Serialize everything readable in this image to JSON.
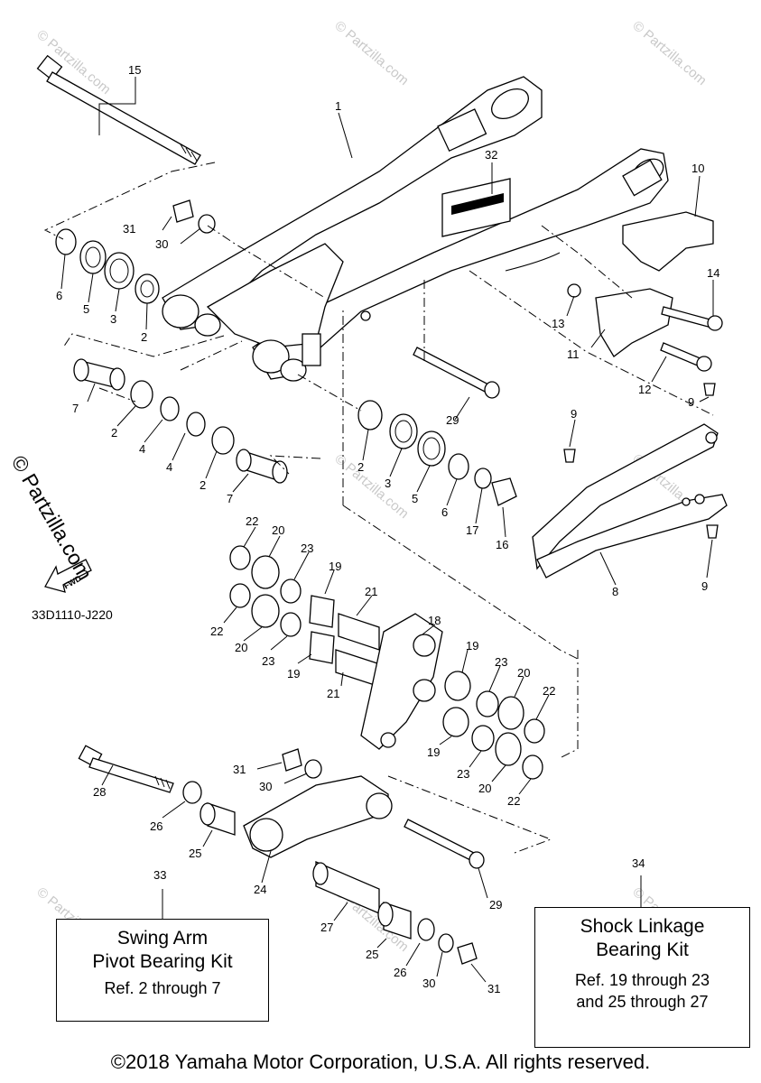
{
  "callouts": {
    "p1": "1",
    "p2a": "2",
    "p2b": "2",
    "p2c": "2",
    "p2d": "2",
    "p3a": "3",
    "p3b": "3",
    "p4a": "4",
    "p4b": "4",
    "p5a": "5",
    "p5b": "5",
    "p6a": "6",
    "p6b": "6",
    "p7a": "7",
    "p7b": "7",
    "p8": "8",
    "p9a": "9",
    "p9b": "9",
    "p9c": "9",
    "p10": "10",
    "p11": "11",
    "p12": "12",
    "p13": "13",
    "p14": "14",
    "p15": "15",
    "p16": "16",
    "p17": "17",
    "p18": "18",
    "p19a": "19",
    "p19b": "19",
    "p19c": "19",
    "p19d": "19",
    "p20a": "20",
    "p20b": "20",
    "p20c": "20",
    "p20d": "20",
    "p21a": "21",
    "p21b": "21",
    "p22a": "22",
    "p22b": "22",
    "p22c": "22",
    "p22d": "22",
    "p23a": "23",
    "p23b": "23",
    "p23c": "23",
    "p23d": "23",
    "p24": "24",
    "p25a": "25",
    "p25b": "25",
    "p26a": "26",
    "p26b": "26",
    "p27": "27",
    "p28": "28",
    "p29a": "29",
    "p29b": "29",
    "p30a": "30",
    "p30b": "30",
    "p30c": "30",
    "p31a": "31",
    "p31b": "31",
    "p31c": "31",
    "p32": "32"
  },
  "kits": {
    "k33": {
      "number": "33",
      "title_line1": "Swing Arm",
      "title_line2": "Pivot Bearing Kit",
      "ref_line1": "Ref. 2 through 7",
      "ref_line2": ""
    },
    "k34": {
      "number": "34",
      "title_line1": "Shock Linkage",
      "title_line2": "Bearing Kit",
      "ref_line1": "Ref. 19 through 23",
      "ref_line2": "and 25 through 27"
    }
  },
  "watermark": "© Partzilla.com",
  "watermark_side": "© Partzilla.com",
  "fwd_label": "FWD",
  "reference_code": "33D1110-J220",
  "copyright": "©2018 Yamaha Motor Corporation, U.S.A. All rights reserved."
}
